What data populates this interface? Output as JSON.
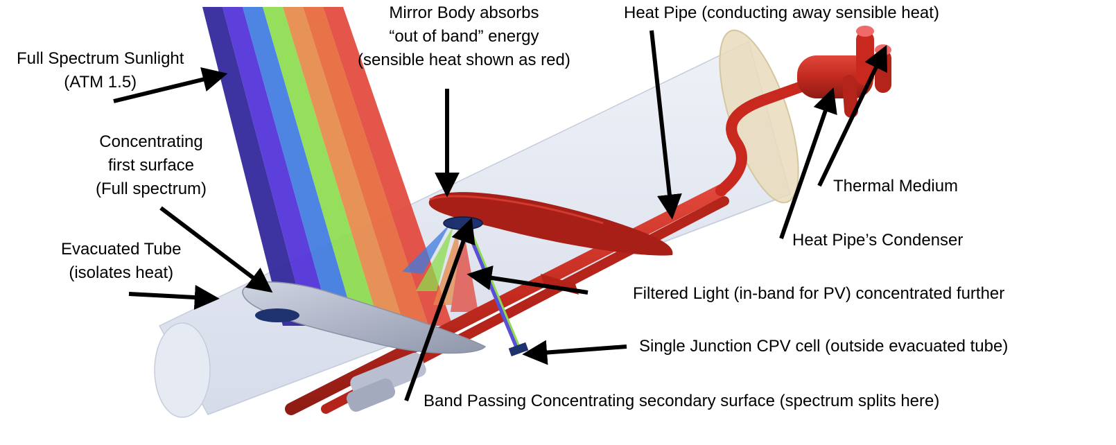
{
  "labels": {
    "sunlight": [
      "Full Spectrum Sunlight",
      "(ATM 1.5)"
    ],
    "mirror_body": [
      "Mirror Body absorbs",
      "“out of band” energy",
      "(sensible heat shown as red)"
    ],
    "heat_pipe": "Heat Pipe (conducting away sensible heat)",
    "concentrating_first": [
      "Concentrating",
      "first surface",
      "(Full spectrum)"
    ],
    "thermal_medium": "Thermal Medium",
    "condenser": "Heat Pipe’s Condenser",
    "evacuated_tube": [
      "Evacuated Tube",
      "(isolates heat)"
    ],
    "filtered_light": "Filtered Light (in-band for PV) concentrated further",
    "cpv_cell": "Single Junction CPV cell (outside evacuated tube)",
    "band_passing": "Band Passing Concentrating secondary surface (spectrum splits here)"
  },
  "colors": {
    "spectrum": [
      "#2e2399",
      "#4f2fd8",
      "#3f7be0",
      "#8ddc4e",
      "#e58a4a",
      "#e7673a",
      "#e2463b"
    ],
    "heat_red": "#c8281e",
    "tube": "#dde3ef",
    "mirror_grey": "#b9bfd0",
    "condenser_disc": "#e9dcbc"
  },
  "icons": [
    "arrow-icon"
  ]
}
